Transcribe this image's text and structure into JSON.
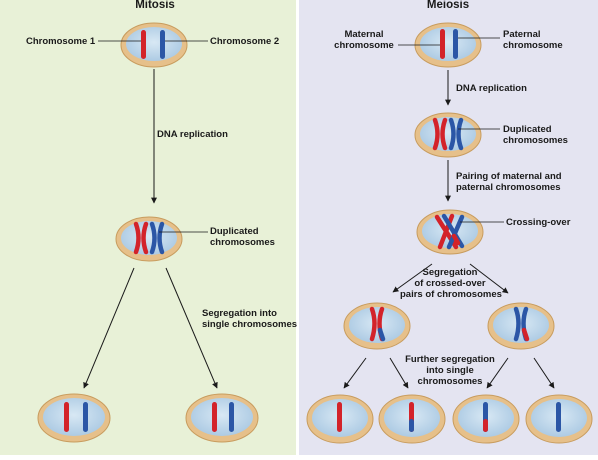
{
  "colors": {
    "mitosis_bg": "#e8f1d7",
    "meiosis_bg": "#e4e4f1",
    "maternal": "#d3232a",
    "paternal": "#2b56a6",
    "cell_rim": "#e6c08a",
    "cell_inside": "#bdd6ea"
  },
  "mitosis": {
    "title": "Mitosis",
    "chromosome1": "Chromosome 1",
    "chromosome2": "Chromosome 2",
    "dna_replication": "DNA replication",
    "duplicated_1": "Duplicated",
    "duplicated_2": "chromosomes",
    "segregation_1": "Segregation into",
    "segregation_2": "single chromosomes"
  },
  "meiosis": {
    "title": "Meiosis",
    "maternal_1": "Maternal",
    "maternal_2": "chromosome",
    "paternal_1": "Paternal",
    "paternal_2": "chromosome",
    "dna_replication": "DNA replication",
    "duplicated_1": "Duplicated",
    "duplicated_2": "chromosomes",
    "pairing_1": "Pairing of maternal and",
    "pairing_2": "paternal chromosomes",
    "crossing_over": "Crossing-over",
    "seg_crossed_1": "Segregation",
    "seg_crossed_2": "of crossed-over",
    "seg_crossed_3": "pairs of chromosomes",
    "further_1": "Further segregation",
    "further_2": "into single",
    "further_3": "chromosomes"
  }
}
